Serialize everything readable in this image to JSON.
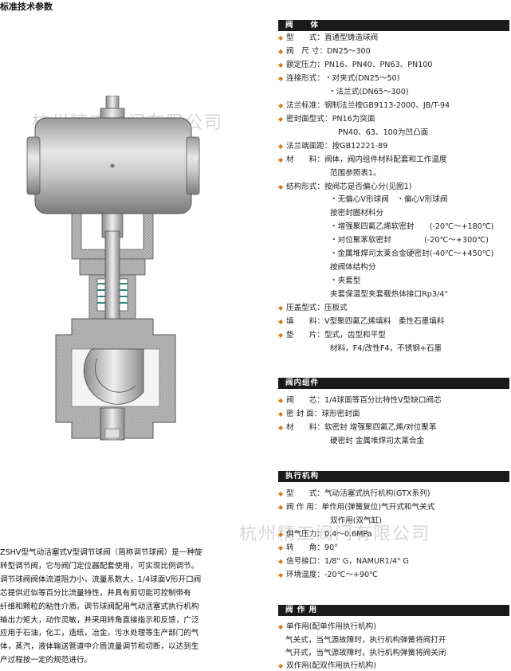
{
  "title": "标准技术参数",
  "watermarks": [
    "杭州精工阀门有限公司",
    "杭州精工阀门有限公司"
  ],
  "sections": {
    "body": {
      "header": "阀　　体",
      "rows": [
        {
          "k": "型　　式：",
          "v": "直通型铸造球阀"
        },
        {
          "k": "阀　尺 寸：",
          "v": "DN25～300"
        },
        {
          "k": "额定压力：",
          "v": "PN16、PN40、PN63、PN100"
        },
        {
          "k": "连接形式：",
          "v": "・对夹式(DN25～50)"
        },
        {
          "k": "",
          "v": "・法兰式(DN65～300)"
        },
        {
          "k": "法兰标准：",
          "v": "钢制法兰按GB9113-2000、JB/T-94"
        },
        {
          "k": "密封面型式：",
          "v": "PN16为突面"
        },
        {
          "k": "",
          "v": "PN40、63、100为凹凸面"
        },
        {
          "k": "法兰端面距：",
          "v": "按GB12221-89"
        },
        {
          "k": "材　　料：",
          "v": "阀体，阀内组件材料配套和工作温度"
        },
        {
          "k": "",
          "v": "范围参照表1。"
        },
        {
          "k": "结构形式：",
          "v": "按阀芯是否偏心分(见图1)"
        },
        {
          "k": "",
          "v": "・无偏心V形球阀　・偏心V形球阀"
        },
        {
          "k": "",
          "v": "按密封圈材料分"
        },
        {
          "k": "",
          "v": "・增强聚四氟乙烯软密封　　(-20℃～+180℃)"
        },
        {
          "k": "",
          "v": "・对位聚苯软密封　　　　 (-20℃～+300℃)"
        },
        {
          "k": "",
          "v": "・金属堆焊司太莱合金硬密封(-40℃～+450℃)"
        },
        {
          "k": "",
          "v": "按阀体结构分"
        },
        {
          "k": "",
          "v": "・夹套型"
        },
        {
          "k": "",
          "v": "夹套保温型夹套载热体接口Rp3/4\""
        },
        {
          "k": "压盖型式：",
          "v": "压板式"
        },
        {
          "k": "填　　料：",
          "v": "V型聚四氟乙烯填料　柔性石墨填料"
        },
        {
          "k": "垫　　片：",
          "v": "型式，齿型和平型"
        },
        {
          "k": "",
          "v": "材料，F4/改性F4，不锈钢+石墨"
        }
      ]
    },
    "internals": {
      "header": "阀内组件",
      "rows": [
        {
          "k": "阀　　芯：",
          "v": "1/4球面等百分比特性V型缺口阀芯"
        },
        {
          "k": "密 封 面：",
          "v": "球形密封面"
        },
        {
          "k": "材　　料：",
          "v": "软密封 增强聚四氟乙烯/对位聚苯"
        },
        {
          "k": "",
          "v": "硬密封 金属堆焊司太莱合金"
        }
      ]
    },
    "actuator": {
      "header": "执行机构",
      "rows": [
        {
          "k": "型　　式：",
          "v": "气动活塞式执行机构(GTX系列)"
        },
        {
          "k": "阀 作 用：",
          "v": "单作用(弹簧复位)气开式和气关式"
        },
        {
          "k": "",
          "v": "双作用(双气缸)"
        },
        {
          "k": "供气压力：",
          "v": "0.4～0.6MPa"
        },
        {
          "k": "转　　角：",
          "v": "90°"
        },
        {
          "k": "信号接口：",
          "v": "1/8\" G，NAMUR1/4\" G"
        },
        {
          "k": "环境温度：",
          "v": "-20℃～+90℃"
        }
      ]
    },
    "action": {
      "header": "阀 作 用",
      "rows": [
        {
          "k": "",
          "v": "单作用(配单作用执行机构)"
        },
        {
          "k": "",
          "v": "气关式，当气源故障时，执行机构弹簧将阀打开"
        },
        {
          "k": "",
          "v": "气开式，当气源故障时，执行机构弹簧将阀关闭"
        },
        {
          "k": "",
          "v": "双作用(配双作用执行机构)"
        }
      ]
    }
  },
  "description": [
    "ZSHV型气动活塞式V型调节球阀（简称调节球阀）是一种旋",
    "转型调节阀，它与阀门定位器配套使用，可实现比例调节。",
    "调节球阀阀体流道阻力小，流量系数大，1/4球面V形开口阀",
    "芯提供近似等百分比流量特性，并具有剪切能可控制带有",
    "纤维和颗粒的粘性介质。调节球阀配用气动活塞式执行机构",
    "输出力矩大，动作灵敏，并采用转角直接指示和反馈，广泛",
    "应用于石油，化工，造纸，冶金，污水处理等生产部门的气",
    "体，蒸汽，液体输送管道中介质流量调节和切断，以达到生",
    "产过程按一定的规范进行。"
  ],
  "colors": {
    "header_bg": "#1a1a1a",
    "bullet": "#e07a10",
    "watermark": "#b4b4b4"
  }
}
